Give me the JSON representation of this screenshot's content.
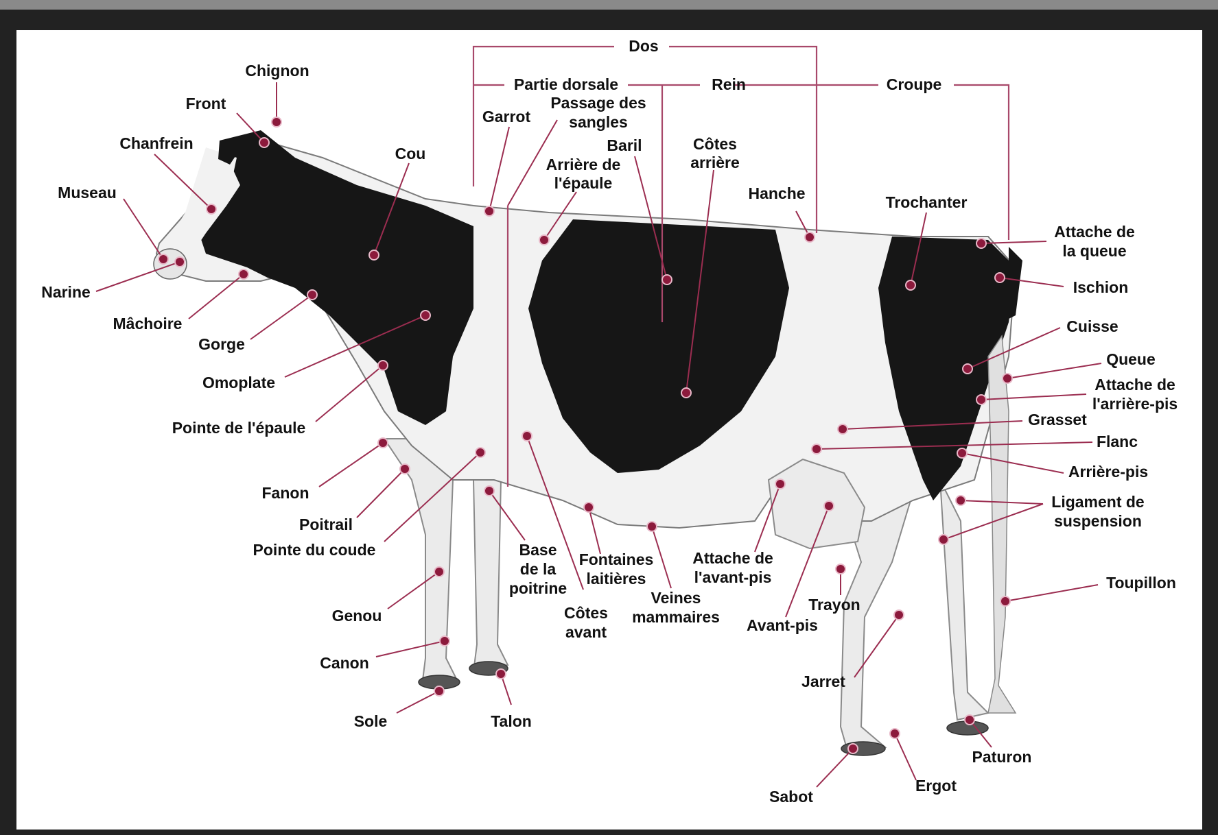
{
  "diagram": {
    "groups": {
      "dos": "Dos",
      "partie_dorsale": "Partie dorsale",
      "rein": "Rein",
      "croupe": "Croupe"
    },
    "labels": {
      "chignon": "Chignon",
      "front": "Front",
      "chanfrein": "Chanfrein",
      "museau": "Museau",
      "narine": "Narine",
      "machoire": "Mâchoire",
      "gorge": "Gorge",
      "omoplate": "Omoplate",
      "pointe_epaule": "Pointe de l'épaule",
      "fanon": "Fanon",
      "poitrail": "Poitrail",
      "pointe_coude": "Pointe du coude",
      "genou": "Genou",
      "canon": "Canon",
      "sole": "Sole",
      "talon": "Talon",
      "cou": "Cou",
      "garrot": "Garrot",
      "passage_sangles_1": "Passage des",
      "passage_sangles_2": "sangles",
      "baril": "Baril",
      "arriere_epaule_1": "Arrière de",
      "arriere_epaule_2": "l'épaule",
      "cotes_arriere_1": "Côtes",
      "cotes_arriere_2": "arrière",
      "hanche": "Hanche",
      "trochanter": "Trochanter",
      "attache_queue_1": "Attache de",
      "attache_queue_2": "la queue",
      "ischion": "Ischion",
      "cuisse": "Cuisse",
      "queue": "Queue",
      "attache_arriere_pis_1": "Attache de",
      "attache_arriere_pis_2": "l'arrière-pis",
      "grasset": "Grasset",
      "flanc": "Flanc",
      "arriere_pis": "Arrière-pis",
      "ligament_1": "Ligament de",
      "ligament_2": "suspension",
      "toupillon": "Toupillon",
      "base_poitrine_1": "Base",
      "base_poitrine_2": "de la",
      "base_poitrine_3": "poitrine",
      "cotes_avant_1": "Côtes",
      "cotes_avant_2": "avant",
      "fontaines_1": "Fontaines",
      "fontaines_2": "laitières",
      "veines_1": "Veines",
      "veines_2": "mammaires",
      "attache_avant_pis_1": "Attache de",
      "attache_avant_pis_2": "l'avant-pis",
      "avant_pis": "Avant-pis",
      "trayon": "Trayon",
      "jarret": "Jarret",
      "sabot": "Sabot",
      "ergot": "Ergot",
      "paturon": "Paturon"
    },
    "colors": {
      "leader": "#9b2d50",
      "dot": "#8c1a3c",
      "frame": "#222222"
    }
  }
}
